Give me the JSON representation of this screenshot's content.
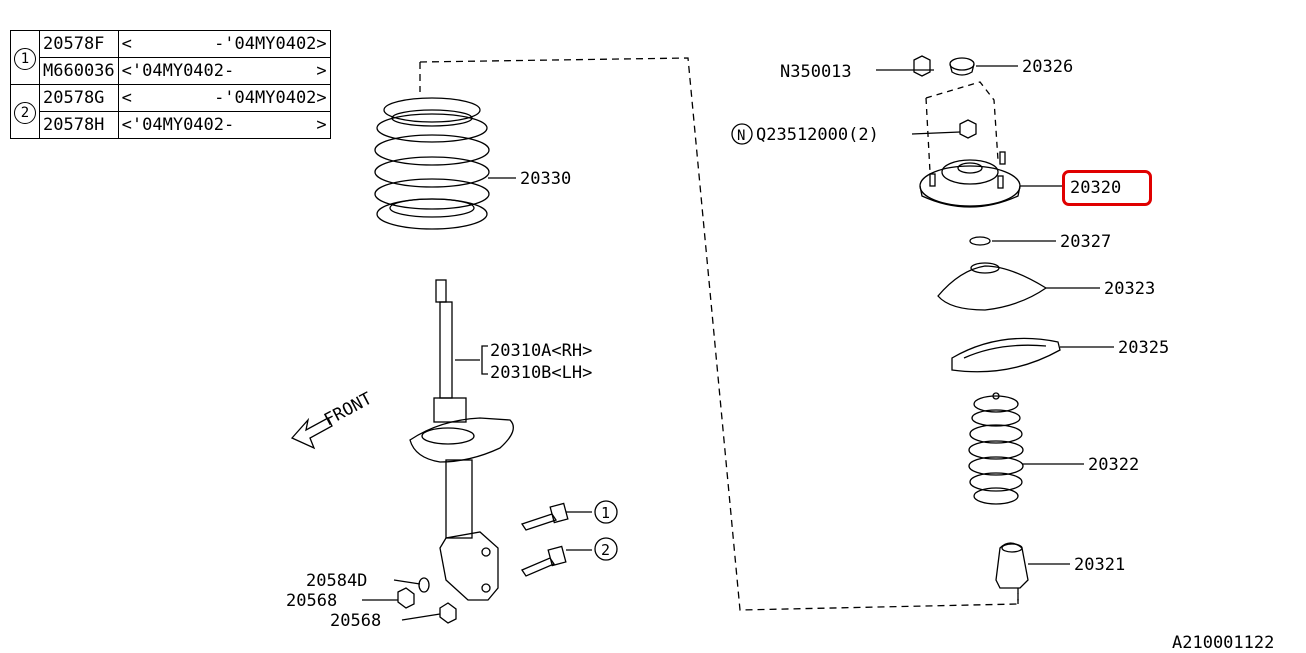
{
  "table": {
    "groups": [
      {
        "circle": "1",
        "rows": [
          {
            "part": "20578F",
            "range_start": "<",
            "range_end": "-'04MY0402>"
          },
          {
            "part": "M660036",
            "range_start": "<'04MY0402-",
            "range_end": ">"
          }
        ]
      },
      {
        "circle": "2",
        "rows": [
          {
            "part": "20578G",
            "range_start": "<",
            "range_end": "-'04MY0402>"
          },
          {
            "part": "20578H",
            "range_start": "<'04MY0402-",
            "range_end": ">"
          }
        ]
      }
    ]
  },
  "labels": {
    "spring": "20330",
    "strut_rh": "20310A<RH>",
    "strut_lh": "20310B<LH>",
    "front": "FRONT",
    "bolt_1": "1",
    "bolt_2": "2",
    "washer": "20584D",
    "nut_a": "20568",
    "nut_b": "20568",
    "nut_top": "N350013",
    "cap": "20326",
    "nut_mount": "Q23512000(2)",
    "nut_mount_marker": "N",
    "mount": "20320",
    "washer_top": "20327",
    "seat": "20323",
    "rubber_seat": "20325",
    "boot": "20322",
    "bump_stop": "20321",
    "diagram_id": "A210001122"
  },
  "highlight": {
    "target": "20320",
    "color": "#e00000"
  }
}
